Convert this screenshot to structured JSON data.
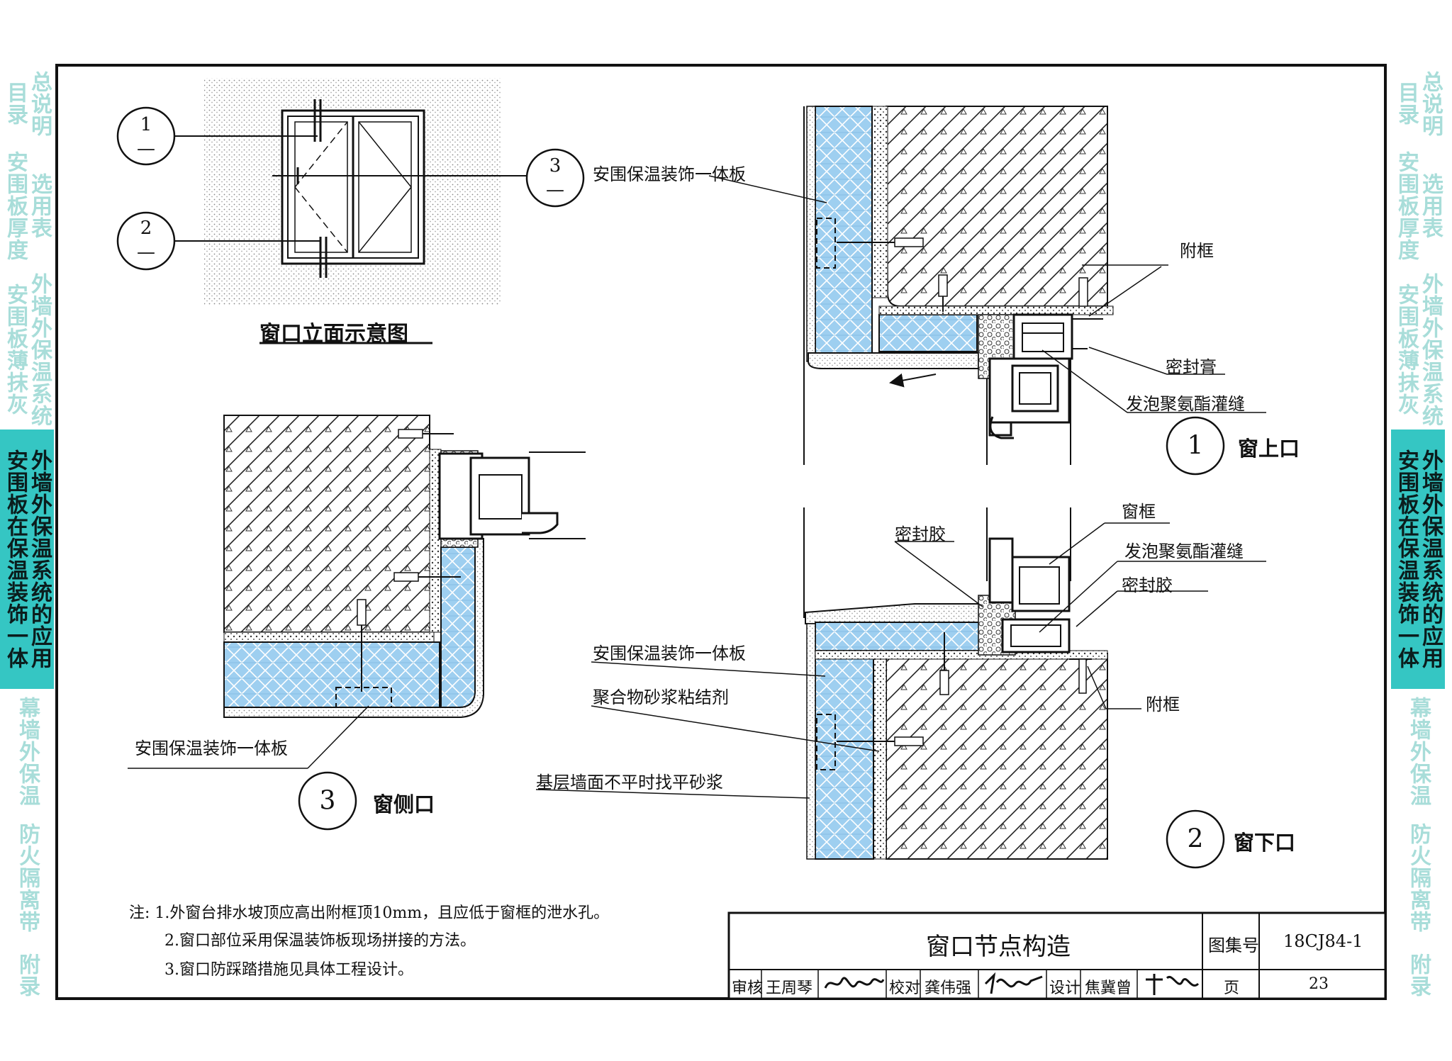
{
  "sidebar": {
    "left": [
      {
        "cols": [
          "目录",
          "总说明"
        ],
        "active": false
      },
      {
        "cols": [
          "安围板厚度",
          "选用表"
        ],
        "active": false
      },
      {
        "cols": [
          "安围板薄抹灰",
          "外墙外保温系统"
        ],
        "active": false
      },
      {
        "cols": [
          "安围板在保温装饰一体",
          "外墙外保温系统的应用"
        ],
        "active": true
      },
      {
        "cols": [
          "幕墙外保温"
        ],
        "active": false
      },
      {
        "cols": [
          "防火隔离带"
        ],
        "active": false
      },
      {
        "cols": [
          "附录"
        ],
        "active": false
      }
    ],
    "right": [
      {
        "cols": [
          "目录",
          "总说明"
        ],
        "active": false
      },
      {
        "cols": [
          "安围板厚度",
          "选用表"
        ],
        "active": false
      },
      {
        "cols": [
          "安围板薄抹灰",
          "外墙外保温系统"
        ],
        "active": false
      },
      {
        "cols": [
          "安围板在保温装饰一体",
          "外墙外保温系统的应用"
        ],
        "active": true
      },
      {
        "cols": [
          "幕墙外保温"
        ],
        "active": false
      },
      {
        "cols": [
          "防火隔离带"
        ],
        "active": false
      },
      {
        "cols": [
          "附录"
        ],
        "active": false
      }
    ]
  },
  "elevation": {
    "title": "窗口立面示意图",
    "marker1": "1",
    "marker2": "2",
    "marker3": "3",
    "dash": "—"
  },
  "detail1": {
    "number": "1",
    "caption": "窗上口",
    "label_board": "安围保温装饰一体板",
    "label_subframe": "附框",
    "label_sealant": "密封膏",
    "label_foam": "发泡聚氨酯灌缝"
  },
  "detail2": {
    "number": "2",
    "caption": "窗下口",
    "label_sealant_left": "密封胶",
    "label_frame": "窗框",
    "label_foam": "发泡聚氨酯灌缝",
    "label_sealant_right": "密封胶",
    "label_board": "安围保温装饰一体板",
    "label_mortar": "聚合物砂浆粘结剂",
    "label_level": "基层墙面不平时找平砂浆",
    "label_subframe": "附框"
  },
  "detail3": {
    "number": "3",
    "caption": "窗侧口",
    "label_board": "安围保温装饰一体板"
  },
  "notes": [
    "注: 1.外窗台排水坡顶应高出附框顶10mm，且应低于窗框的泄水孔。",
    "2.窗口部位采用保温装饰板现场拼接的方法。",
    "3.窗口防踩踏措施见具体工程设计。"
  ],
  "title_block": {
    "title": "窗口节点构造",
    "atlas_label": "图集号",
    "atlas_no": "18CJ84-1",
    "review_label": "审核",
    "reviewer": "王周琴",
    "check_label": "校对",
    "checker": "龚伟强",
    "design_label": "设计",
    "designer": "焦冀曾",
    "page_label": "页",
    "page_no": "23"
  },
  "colors": {
    "insulation": "#9ecff0",
    "sidebar_active": "#35c6c3",
    "sidebar_inactive_text": "#a8ddd9",
    "line": "#111111"
  }
}
